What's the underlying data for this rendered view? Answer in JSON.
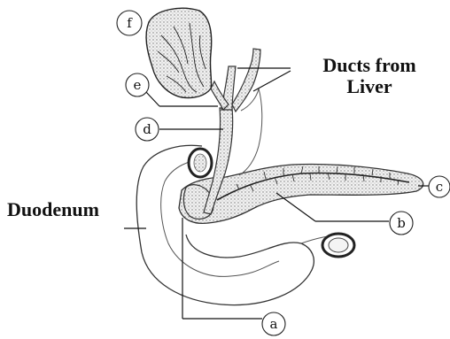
{
  "labels": {
    "ducts_line1": "Ducts from",
    "ducts_line2": "Liver",
    "duodenum": "Duodenum"
  },
  "markers": [
    "a",
    "b",
    "c",
    "d",
    "e",
    "f"
  ]
}
